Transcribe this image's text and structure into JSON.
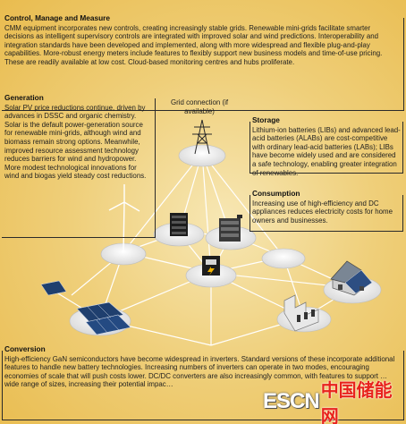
{
  "panels": {
    "control": {
      "title": "Control, Manage and Measure",
      "body": "CMM equipment incorporates new controls, creating increasingly stable grids. Renewable mini-grids facilitate smarter decisions as intelligent supervisory controls are integrated with improved solar and wind predictions. Interoperability and integration standards have been developed and implemented, along with more widespread and flexible plug-and-play capabilities. More-robust energy meters include features to flexibly support new business models and time-of-use pricing. These are readily available at low cost. Cloud-based monitoring centres and hubs proliferate."
    },
    "generation": {
      "title": "Generation",
      "body": "Solar PV price reductions continue, driven by advances in DSSC and organic chemistry. Solar is the default power-generation source for renewable mini-grids, although wind and biomass remain strong options. Meanwhile, improved resource assessment technology reduces barriers for wind and hydropower. More modest technological innovations for wind and biogas yield steady cost reductions."
    },
    "storage": {
      "title": "Storage",
      "body": "Lithium-ion batteries (LIBs) and advanced lead-acid batteries (ALABs) are cost-competitive with ordinary lead-acid batteries (LABs); LIBs have become widely used and are considered a safe technology, enabling greater integration of renewables."
    },
    "consumption": {
      "title": "Consumption",
      "body": "Increasing use of high-efficiency and DC appliances reduces electricity costs for home owners and businesses."
    },
    "conversion": {
      "title": "Conversion",
      "body": "High-efficiency GaN semiconductors have become widespread in inverters. Standard versions of these incorporate additional features to handle new battery technologies. Increasing numbers of inverters can operate in two modes, encouraging economies of scale that will push costs lower. DC/DC converters are also increasingly common, with features to support … wide range of sizes, increasing their potential impac…"
    }
  },
  "grid_connection_label": "Grid connection (if available)",
  "logo": {
    "latin": "ESCN",
    "chinese": "中国储能网"
  },
  "colors": {
    "background": "#efcf7a",
    "platform": "#f4f4f4",
    "line": "#ffffff",
    "logo_red": "#e8231c"
  },
  "icons": [
    "grid-pylon-icon",
    "wind-turbine-icon",
    "battery-rack-icon",
    "inverter-icon",
    "solar-panel-icon",
    "house-icon",
    "factory-icon"
  ]
}
